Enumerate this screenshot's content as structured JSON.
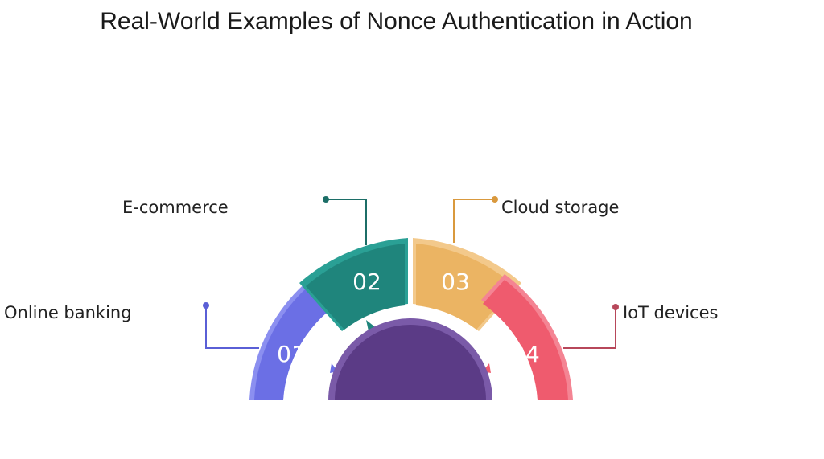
{
  "title": "Real-World Examples of Nonce Authentication in Action",
  "center_color": "#5b3b86",
  "center_rim_color": "#7a5aa8",
  "segments": [
    {
      "number": "01",
      "label": "Online banking",
      "color": "#6b6fe5",
      "rim": "#8b8ff0",
      "line_color": "#5a5fd6"
    },
    {
      "number": "02",
      "label": "E-commerce",
      "color": "#1f857c",
      "rim": "#2aa095",
      "line_color": "#1c6e67"
    },
    {
      "number": "03",
      "label": "Cloud storage",
      "color": "#ebb463",
      "rim": "#f3c98b",
      "line_color": "#d9993e"
    },
    {
      "number": "04",
      "label": "IoT devices",
      "color": "#ef5b6e",
      "rim": "#f48493",
      "line_color": "#b7475a"
    }
  ]
}
